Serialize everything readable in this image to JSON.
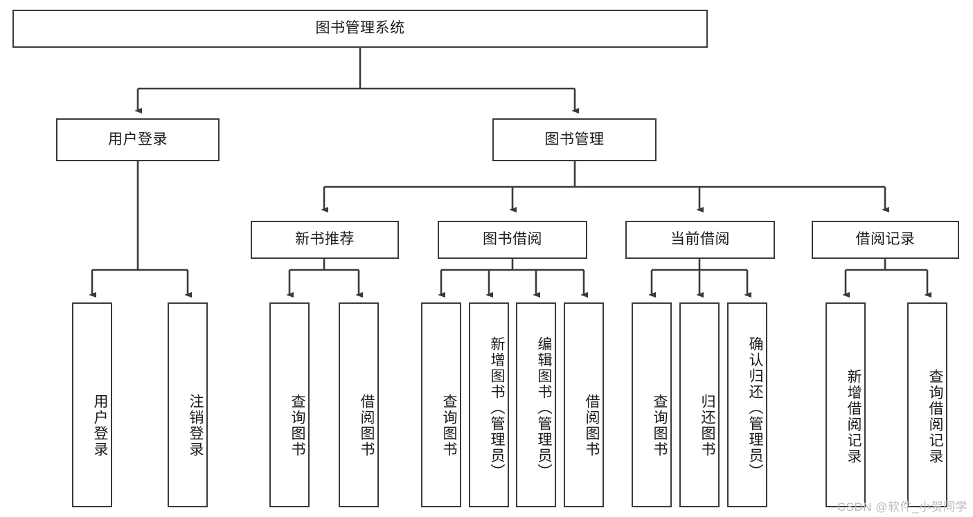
{
  "diagram": {
    "title": "图书管理系统",
    "type": "functional-structure-tree",
    "stroke_color": "#3a3a3a",
    "text_color": "#1a1a1a",
    "background": "#ffffff"
  },
  "root": {
    "label": "图书管理系统"
  },
  "level2": [
    {
      "label": "用户登录"
    },
    {
      "label": "图书管理"
    }
  ],
  "level3": [
    {
      "label": "新书推荐"
    },
    {
      "label": "图书借阅"
    },
    {
      "label": "当前借阅"
    },
    {
      "label": "借阅记录"
    }
  ],
  "leaves": {
    "user_login": [
      {
        "label": "用户登录"
      },
      {
        "label": "注销登录"
      }
    ],
    "new_book_recommend": [
      {
        "label": "查询图书"
      },
      {
        "label": "借阅图书"
      }
    ],
    "book_borrow": [
      {
        "label": "查询图书"
      },
      {
        "label": "新增图书（管理员）"
      },
      {
        "label": "编辑图书（管理员）"
      },
      {
        "label": "借阅图书"
      }
    ],
    "current_borrow": [
      {
        "label": "查询图书"
      },
      {
        "label": "归还图书"
      },
      {
        "label": "确认归还（管理员）"
      }
    ],
    "borrow_record": [
      {
        "label": "新增借阅记录"
      },
      {
        "label": "查询借阅记录"
      }
    ]
  },
  "watermark": {
    "text": "CSDN @软件_小贺同学"
  }
}
